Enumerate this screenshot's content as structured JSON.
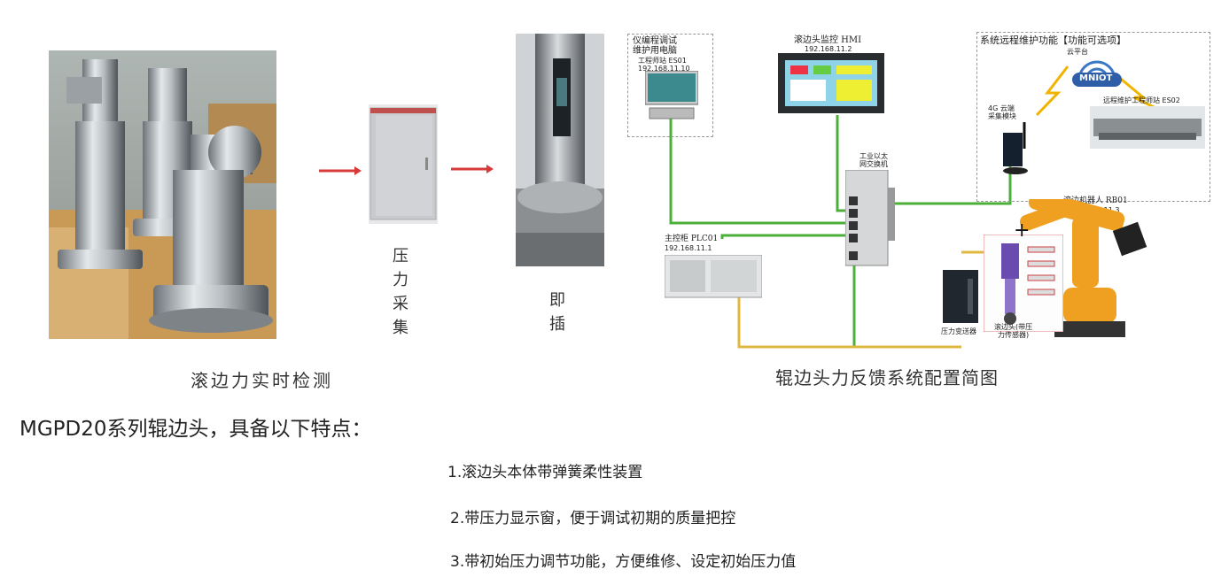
{
  "left": {
    "caption": "滚边力实时检测",
    "pressure_label": "压力采集",
    "plug_label": "即插"
  },
  "diagram": {
    "caption": "辊边头力反馈系统配置简图",
    "station1_l1": "仪编程调试",
    "station1_l2": "维护用电脑",
    "station1_l3": "工程师站 ES01",
    "station1_ip": "192.168.11.10",
    "hmi_title": "滚边头监控 HMI",
    "hmi_ip": "192.168.11.2",
    "remote_title": "系统远程维护功能【功能可选项】",
    "cloud_label": "云平台",
    "cloud_brand": "MNIOT",
    "remote_station": "远程维护工程师站 ES02",
    "module_l1": "4G 云端",
    "module_l2": "采集模块",
    "switch_l1": "工业以太",
    "switch_l2": "网交换机",
    "plc_title": "主控柜 PLC01",
    "plc_ip": "192.168.11.1",
    "robot_title": "滚边机器人 RB01",
    "robot_ip": "192.168.11.3",
    "transmitter_label": "压力变送器",
    "head_l1": "滚边头(带压",
    "head_l2": "力传感器)"
  },
  "heading": "MGPD20系列辊边头，具备以下特点：",
  "features": [
    "1.滚边头本体带弹簧柔性装置",
    "2.带压力显示窗，便于调试初期的质量把控",
    "3.带初始压力调节功能，方便维修、设定初始压力值"
  ],
  "colors": {
    "ethernet": "#4caf3a",
    "signal": "#e0b840",
    "arrow": "#d83a3a",
    "robot": "#f0a020"
  }
}
